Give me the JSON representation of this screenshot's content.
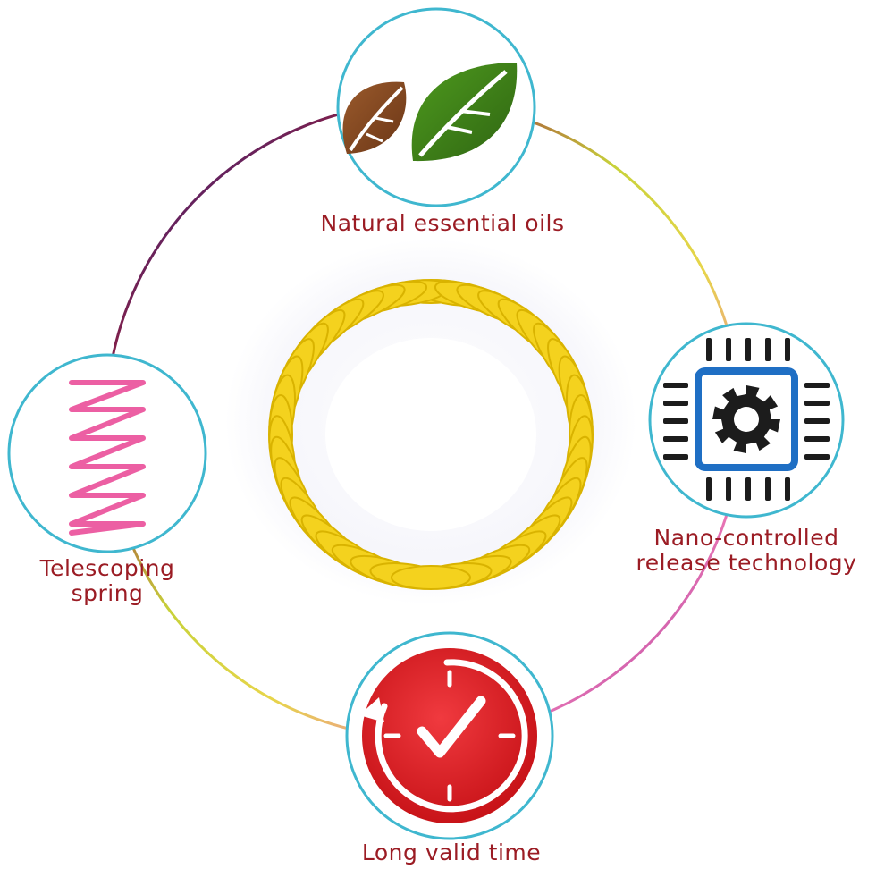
{
  "features": {
    "oils": {
      "label": "Natural essential oils",
      "icon": "leaves-icon"
    },
    "nano": {
      "label": "Nano-controlled\nrelease technology",
      "line1": "Nano-controlled",
      "line2": "release technology",
      "icon": "chip-gear-icon"
    },
    "spring": {
      "label": "Telescoping spring",
      "line1": "Telescoping",
      "line2": "spring",
      "icon": "spring-icon"
    },
    "time": {
      "label": "Long valid time",
      "icon": "clock-check-icon"
    }
  },
  "product": {
    "name": "bracelet-image"
  },
  "colors": {
    "label_text": "#9b1c24",
    "circle_outline": "#3fb7cf",
    "bracelet": "#f4d21e",
    "bracelet_shade": "#d9b300",
    "leaf_green": "#3f7d1a",
    "leaf_brown": "#8a4a22",
    "chip_blue": "#1f6fc4",
    "spring_pink": "#ec5fa3",
    "clock_red": "#e0252b"
  }
}
